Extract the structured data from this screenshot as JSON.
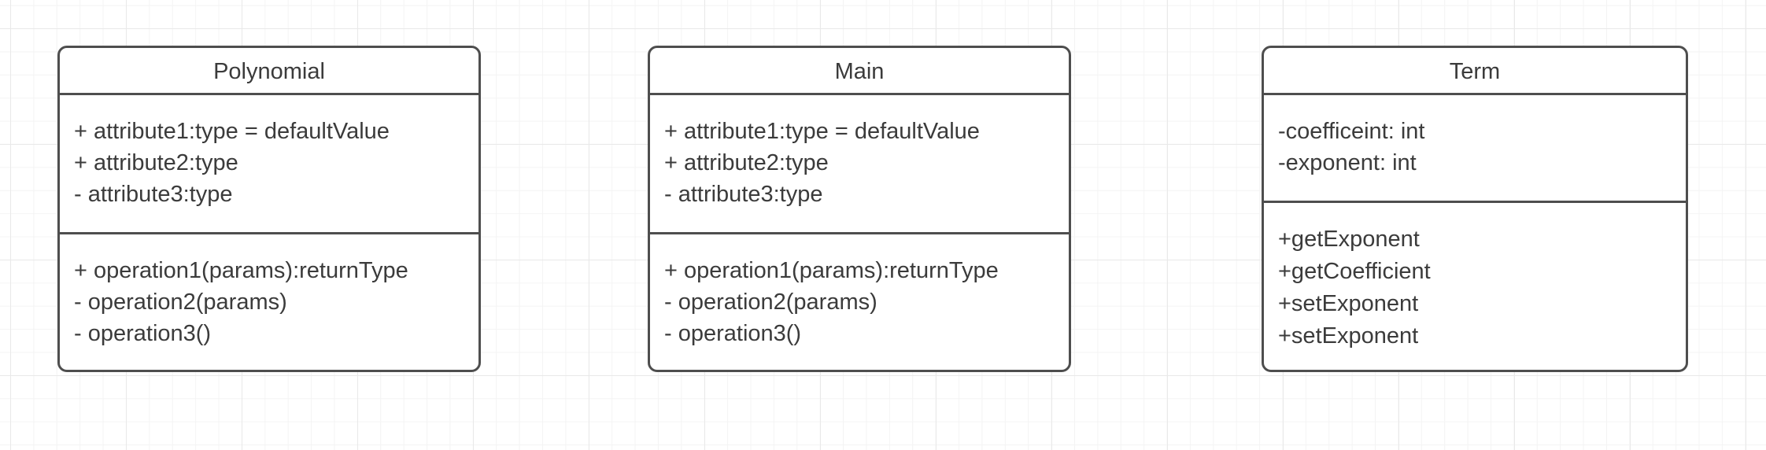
{
  "diagram": {
    "type": "uml-class-diagram",
    "colors": {
      "background": "#ffffff",
      "grid_minor": "#f4f4f4",
      "grid_major": "#e9e9e9",
      "box_border": "#4e4e4e",
      "box_fill": "#ffffff",
      "text": "#3b3b3b"
    },
    "classes": [
      {
        "name": "Polynomial",
        "attributes": [
          "+ attribute1:type = defaultValue",
          "+ attribute2:type",
          "- attribute3:type"
        ],
        "operations": [
          "+ operation1(params):returnType",
          "- operation2(params)",
          "- operation3()"
        ]
      },
      {
        "name": "Main",
        "attributes": [
          "+ attribute1:type = defaultValue",
          "+ attribute2:type",
          "- attribute3:type"
        ],
        "operations": [
          "+ operation1(params):returnType",
          "- operation2(params)",
          "- operation3()"
        ]
      },
      {
        "name": "Term",
        "attributes": [
          "-coefficeint: int",
          "-exponent: int"
        ],
        "operations": [
          "+getExponent",
          "+getCoefficient",
          "+setExponent",
          "+setExponent"
        ]
      }
    ]
  }
}
